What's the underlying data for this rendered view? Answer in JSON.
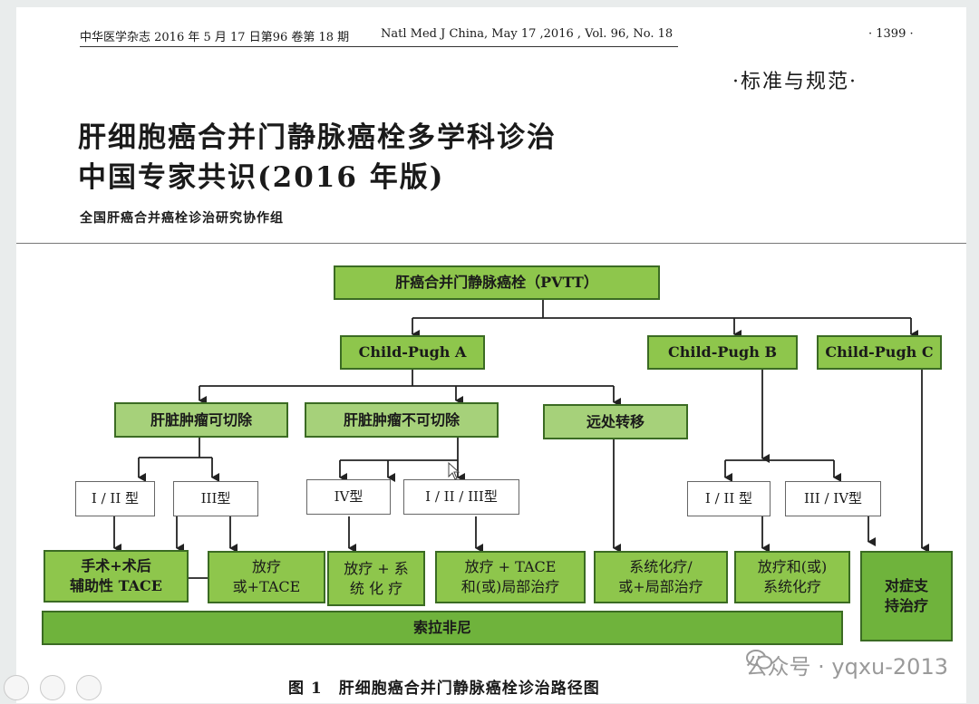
{
  "header": {
    "journal_cn": "中华医学杂志 2016 年 5 月 17 日第96 卷第 18 期",
    "journal_en": "Natl Med J China, May 17 ,2016 , Vol. 96, No. 18",
    "page_number": "· 1399 ·",
    "section": "·标准与规范·"
  },
  "article": {
    "title_line1": "肝细胞癌合并门静脉癌栓多学科诊治",
    "title_line2": "中国专家共识(2016 年版)",
    "author": "全国肝癌合并癌栓诊治研究协作组"
  },
  "flowchart": {
    "root": "肝癌合并门静脉癌栓（PVTT）",
    "cp_a": "Child-Pugh A",
    "cp_b": "Child-Pugh B",
    "cp_c": "Child-Pugh C",
    "resectable": "肝脏肿瘤可切除",
    "unresectable": "肝脏肿瘤不可切除",
    "distant": "远处转移",
    "type_1_2_a": "I / II 型",
    "type_3": "III型",
    "type_4": "IV型",
    "type_1_2_3": "I / II / III型",
    "type_1_2_b": "I / II 型",
    "type_3_4": "III / IV型",
    "t_surgery": [
      "手术+术后",
      "辅助性 TACE"
    ],
    "t_radio_tace": [
      "放疗",
      "或+TACE"
    ],
    "t_radio_chemo": [
      "放疗 + 系",
      "统 化 疗"
    ],
    "t_radio_tace_local": [
      "放疗 + TACE",
      "和(或)局部治疗"
    ],
    "t_systemic": [
      "系统化疗/",
      "或+局部治疗"
    ],
    "t_radio_and_or": [
      "放疗和(或)",
      "系统化疗"
    ],
    "t_supportive": [
      "对症支",
      "持治疗"
    ],
    "sorafenib": "索拉非尼"
  },
  "caption": {
    "label": "图 1",
    "text": "肝细胞癌合并门静脉癌栓诊治路径图"
  },
  "watermark": {
    "text": "公众号 · yqxu-2013"
  }
}
